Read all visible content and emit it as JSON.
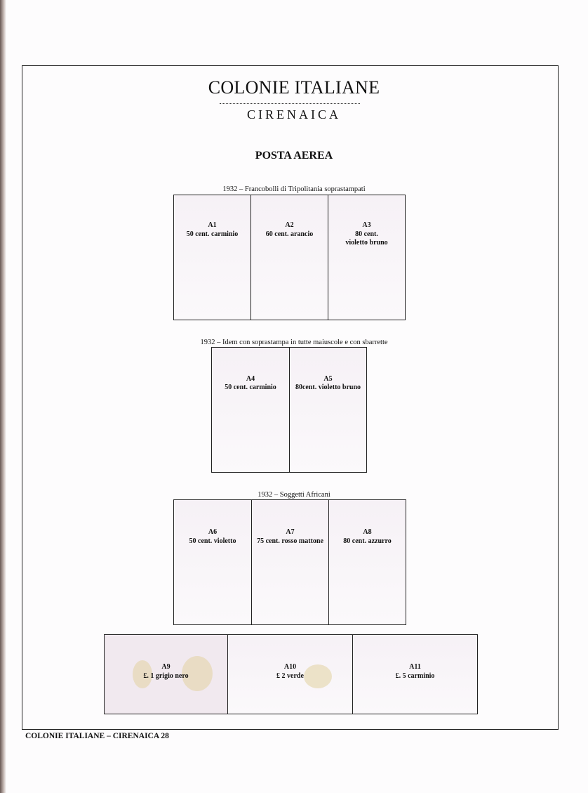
{
  "header": {
    "title": "COLONIE ITALIANE",
    "subtitle": "CIRENAICA",
    "section": "POSTA AEREA"
  },
  "groups": [
    {
      "caption": "1932 –  Francobolli di Tripolitania soprastampati",
      "stamps": [
        {
          "code": "A1",
          "desc": "50 cent. carminio"
        },
        {
          "code": "A2",
          "desc": "60 cent. arancio"
        },
        {
          "code": "A3",
          "desc": "80 cent.",
          "desc2": "violetto bruno"
        }
      ]
    },
    {
      "caption": "1932 – Idem con soprastampa in tutte maiuscole e con sbarrette",
      "stamps": [
        {
          "code": "A4",
          "desc": "50 cent. carminio"
        },
        {
          "code": "A5",
          "desc": "80cent. violetto bruno"
        }
      ]
    },
    {
      "caption": "1932 – Soggetti Africani",
      "stamps": [
        {
          "code": "A6",
          "desc": "50 cent.  violetto"
        },
        {
          "code": "A7",
          "desc": "75 cent. rosso mattone"
        },
        {
          "code": "A8",
          "desc": "80 cent. azzurro"
        },
        {
          "code": "A9",
          "desc": "£. 1 grigio nero"
        },
        {
          "code": "A10",
          "desc": "£ 2 verde"
        },
        {
          "code": "A11",
          "desc": "£. 5 carminio"
        }
      ]
    }
  ],
  "footer": "COLONIE ITALIANE –  CIRENAICA  28"
}
